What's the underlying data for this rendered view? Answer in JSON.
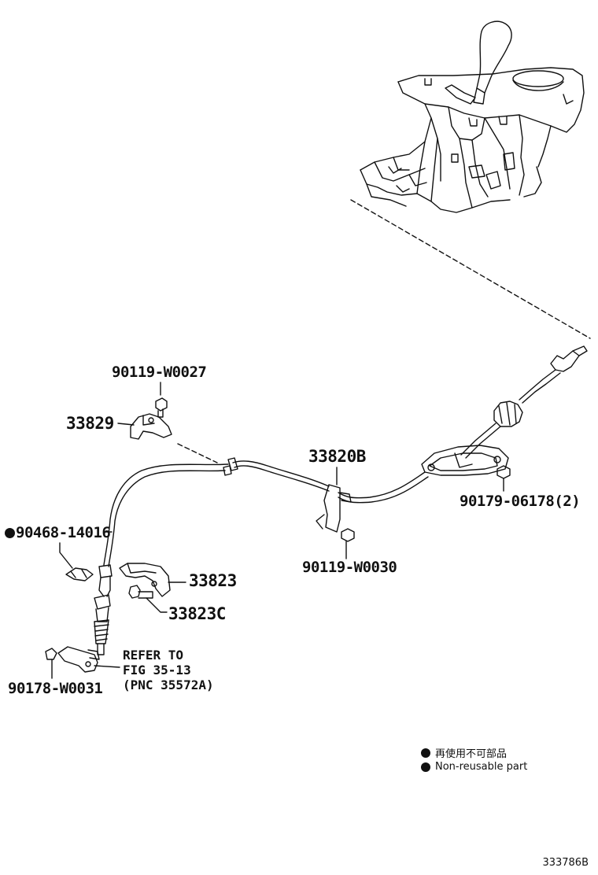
{
  "labels": {
    "bolt_top": "90119-W0027",
    "bracket_left": "33829",
    "cable": "33820B",
    "clip_left": "90468-14016",
    "bracket_mid": "33823",
    "bolt_mid": "33823C",
    "bolt_bottom": "90119-W0030",
    "nut_right": "90179-06178(2)",
    "clip_bottom": "90178-W0031"
  },
  "refer_note": {
    "line1": "REFER TO",
    "line2": "FIG 35-13",
    "line3": "(PNC 35572A)"
  },
  "legend": {
    "line1": "再使用不可部品",
    "line2": "Non-reusable part"
  },
  "figure_id": "333786B"
}
